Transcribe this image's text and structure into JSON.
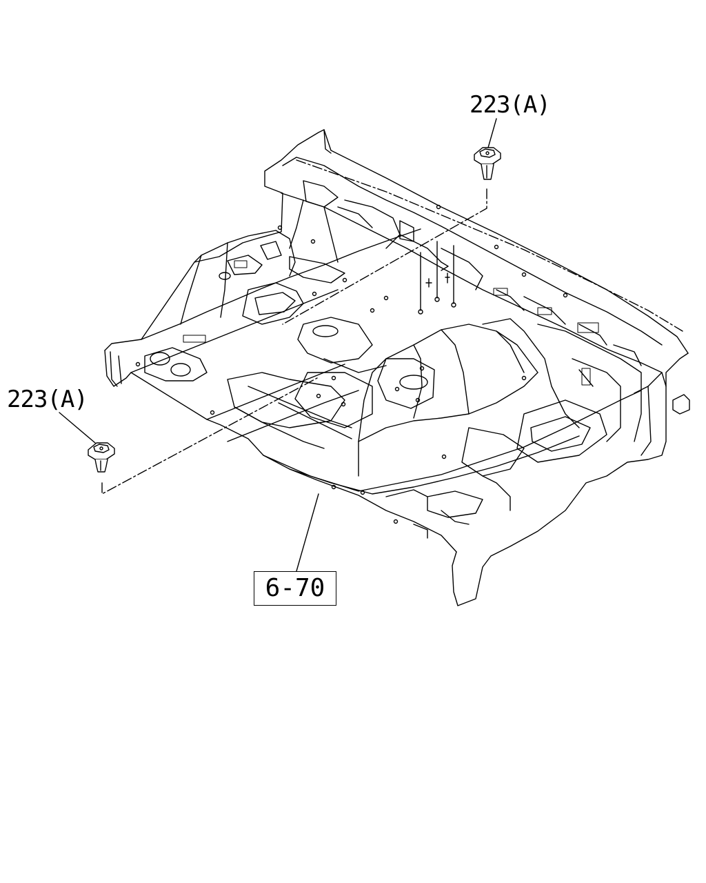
{
  "callouts": {
    "clip_top": "223(A)",
    "clip_left": "223(A)",
    "reference": "6-70"
  }
}
